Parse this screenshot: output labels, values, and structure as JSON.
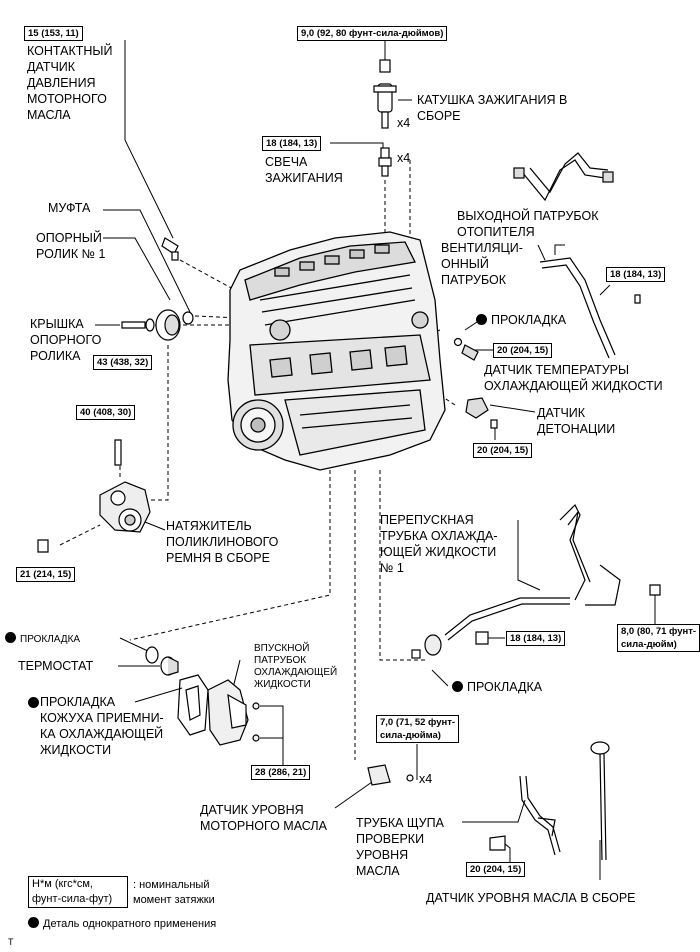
{
  "labels": {
    "oil_pressure_switch": "КОНТАКТНЫЙ\nДАТЧИК\nДАВЛЕНИЯ\nМОТОРНОГО\nМАСЛА",
    "coupling": "МУФТА",
    "idler_pulley": "ОПОРНЫЙ\nРОЛИК № 1",
    "idler_cover": "КРЫШКА\nОПОРНОГО\nРОЛИКА",
    "ignition_coil": "КАТУШКА ЗАЖИГАНИЯ В\nСБОРЕ",
    "spark_plug": "СВЕЧА\nЗАЖИГАНИЯ",
    "heater_outlet": "ВЫХОДНОЙ ПАТРУБОК\nОТОПИТЕЛЯ",
    "vent_pipe": "ВЕНТИЛЯЦИ-\nОННЫЙ\nПАТРУБОК",
    "gasket_1": "ПРОКЛАДКА",
    "coolant_temp_sensor": "ДАТЧИК ТЕМПЕРАТУРЫ\nОХЛАЖДАЮЩЕЙ ЖИДКОСТИ",
    "knock_sensor": "ДАТЧИК\nДЕТОНАЦИИ",
    "belt_tensioner": "НАТЯЖИТЕЛЬ\nПОЛИКЛИНОВОГО\nРЕМНЯ В СБОРЕ",
    "bypass_pipe": "ПЕРЕПУСКНАЯ\nТРУБКА ОХЛАЖДА-\nЮЩЕЙ ЖИДКОСТИ\n№ 1",
    "gasket_2": "ПРОКЛАДКА",
    "thermostat": "ТЕРМОСТАТ",
    "inlet_gasket": "ПРОКЛАДКА\nКОЖУХА ПРИЕМНИ-\nКА ОХЛАЖДАЮЩЕЙ\nЖИДКОСТИ",
    "water_inlet": "ВПУСКНОЙ\nПАТРУБОК\nОХЛАЖДАЮЩЕЙ\nЖИДКОСТИ",
    "gasket_3": "ПРОКЛАДКА",
    "oil_level_sensor": "ДАТЧИК УРОВНЯ\nМОТОРНОГО МАСЛА",
    "dipstick_guide": "ТРУБКА ЩУПА\nПРОВЕРКИ\nУРОВНЯ\nМАСЛА",
    "dipstick_assy": "ДАТЧИК УРОВНЯ МАСЛА В СБОРЕ",
    "x4_coil": "x4",
    "x4_plug": "x4",
    "x4_inlet": "x4"
  },
  "torques": {
    "t_oil_switch": "15 (153, 11)",
    "t_coil": "9,0 (92, 80 фунт-сила-дюймов)",
    "t_spark": "18 (184, 13)",
    "t_vent": "18 (184, 13)",
    "t_temp_sensor": "20 (204, 15)",
    "t_knock": "20 (204, 15)",
    "t_idler_cover": "43 (438, 32)",
    "t_tensioner_top": "40 (408, 30)",
    "t_tensioner_bottom": "21 (214, 15)",
    "t_bypass_flange": "18 (184, 13)",
    "t_bypass_bolt": "8,0 (80, 71 фунт-\nсила-дюйм)",
    "t_inlet": "28 (286, 21)",
    "t_oil_level": "7,0 (71, 52 фунт-\nсила-дюйма)",
    "t_dipstick": "20 (204, 15)"
  },
  "legend": {
    "unit_box": "Н*м (кгс*см,\nфунт-сила-фут)",
    "unit_text": ": номинальный\nмомент затяжки",
    "nonreusable": "Деталь однократного применения",
    "corner_mark": "T"
  }
}
